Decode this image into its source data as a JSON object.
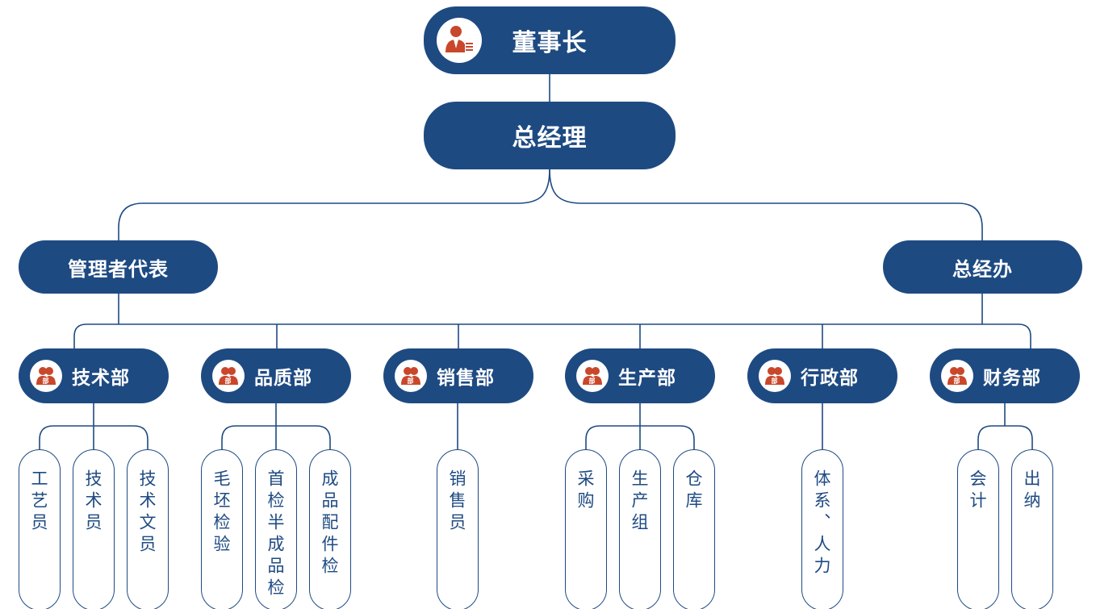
{
  "chairman": {
    "label": "董事长",
    "icon": "executive-person-icon"
  },
  "general_manager": {
    "label": "总经理"
  },
  "management_rep": {
    "label": "管理者代表"
  },
  "general_office": {
    "label": "总经办"
  },
  "departments": [
    {
      "label": "技术部",
      "icon": "department-people-icon",
      "badge": "部",
      "members": [
        "工艺员",
        "技术员",
        "技术文员"
      ]
    },
    {
      "label": "品质部",
      "icon": "department-people-icon",
      "badge": "部",
      "members": [
        "毛坯检验",
        "首检半成品检",
        "成品配件检"
      ]
    },
    {
      "label": "销售部",
      "icon": "department-people-icon",
      "badge": "部",
      "members": [
        "销售员"
      ]
    },
    {
      "label": "生产部",
      "icon": "department-people-icon",
      "badge": "部",
      "members": [
        "采购",
        "生产组",
        "仓库"
      ]
    },
    {
      "label": "行政部",
      "icon": "department-people-icon",
      "badge": "部",
      "members": [
        "体系、人力"
      ]
    },
    {
      "label": "财务部",
      "icon": "department-people-icon",
      "badge": "部",
      "members": [
        "会计",
        "出纳"
      ]
    }
  ],
  "colors": {
    "primary": "#1e4a82",
    "icon": "#c9472b",
    "background": "#ffffff"
  }
}
